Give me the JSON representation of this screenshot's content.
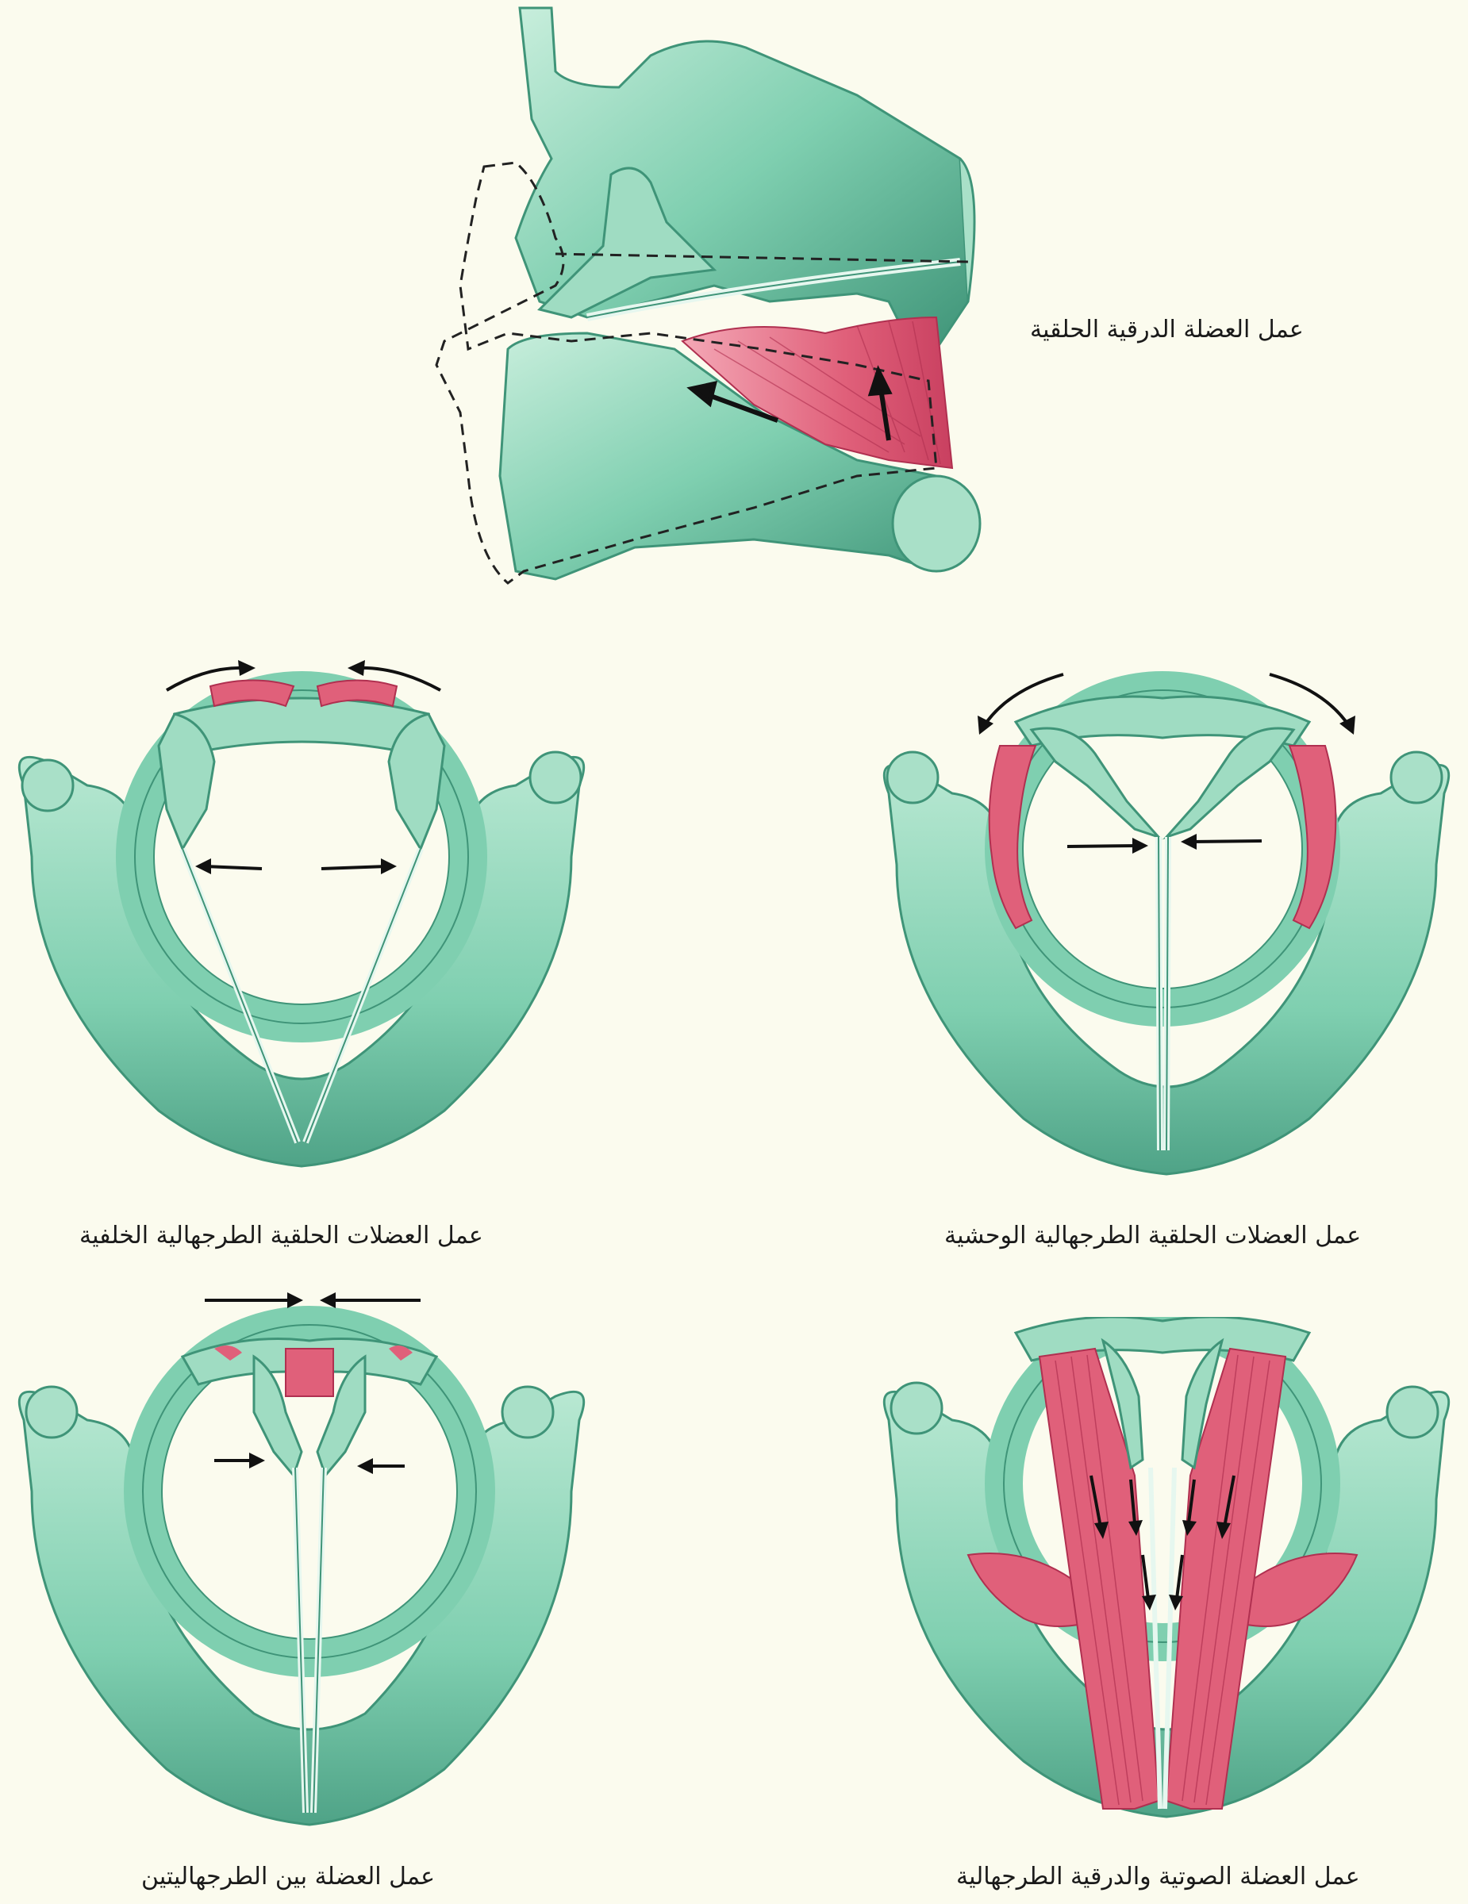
{
  "colors": {
    "background": "#fbfbee",
    "cartilage": "#7fcfb0",
    "cartilage_dark": "#3f9478",
    "cartilage_light": "#c8eedc",
    "muscle": "#e0607a",
    "muscle_light": "#f4a8b6",
    "arrow": "#111111"
  },
  "figures": [
    {
      "id": "cricothyroid",
      "caption": "عمل العضلة الدرقية الحلقية",
      "view": "lateral",
      "arrows": 2
    },
    {
      "id": "posterior-cricoarytenoid",
      "caption": "عمل العضلات الحلقية الطرجهالية الخلفية",
      "view": "superior",
      "arrows": 4
    },
    {
      "id": "lateral-cricoarytenoid",
      "caption": "عمل العضلات الحلقية الطرجهالية الوحشية",
      "view": "superior",
      "arrows": 4
    },
    {
      "id": "interarytenoid",
      "caption": "عمل العضلة بين الطرجهاليتين",
      "view": "superior",
      "arrows": 4
    },
    {
      "id": "vocalis-thyroarytenoid",
      "caption": "عمل العضلة الصوتية والدرقية الطرجهالية",
      "view": "superior",
      "arrows": 6
    }
  ]
}
